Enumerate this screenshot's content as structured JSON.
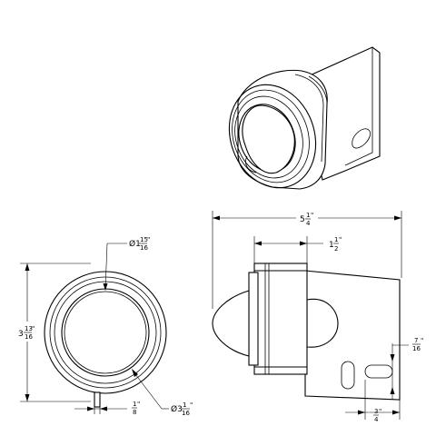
{
  "drawing": {
    "dims": {
      "overall_length": {
        "whole": "5",
        "num": "1",
        "den": "4",
        "unit": "\""
      },
      "housing_length": {
        "whole": "1",
        "num": "1",
        "den": "2",
        "unit": "\""
      },
      "inner_diameter": {
        "prefix": "Ø1",
        "num": "15",
        "den": "16",
        "unit": "\""
      },
      "height": {
        "whole": "3",
        "num": "13",
        "den": "16",
        "unit": "\""
      },
      "outer_diameter": {
        "prefix": "Ø3",
        "num": "1",
        "den": "16",
        "unit": "\""
      },
      "stem_width": {
        "num": "1",
        "den": "8",
        "unit": "\""
      },
      "slot_offset": {
        "num": "7",
        "den": "16",
        "unit": "\""
      },
      "slot_spacing": {
        "num": "3",
        "den": "4",
        "unit": "\""
      }
    }
  }
}
